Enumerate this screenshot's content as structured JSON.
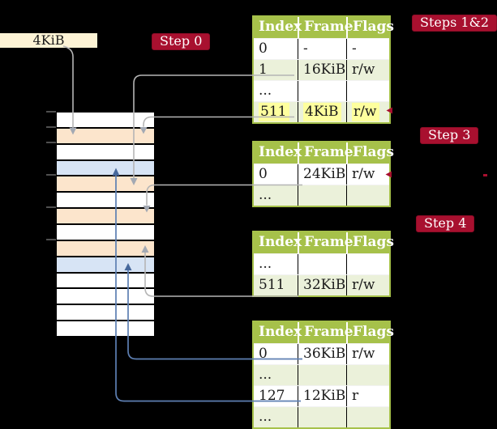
{
  "labels": {
    "page_size": "4KiB",
    "step0": "Step 0",
    "steps12": "Steps 1&2",
    "step3": "Step 3",
    "step4": "Step 4"
  },
  "tables": {
    "headers": [
      "Index",
      "Frame",
      "Flags"
    ],
    "t1": {
      "rows": [
        [
          "0",
          "-",
          "-"
        ],
        [
          "1",
          "16KiB",
          "r/w"
        ],
        [
          "...",
          "",
          ""
        ],
        [
          "511",
          "4KiB",
          "r/w"
        ]
      ]
    },
    "t2": {
      "rows": [
        [
          "0",
          "24KiB",
          "r/w"
        ],
        [
          "...",
          "",
          ""
        ]
      ]
    },
    "t3": {
      "rows": [
        [
          "...",
          "",
          ""
        ],
        [
          "511",
          "32KiB",
          "r/w"
        ]
      ]
    },
    "t4": {
      "rows": [
        [
          "0",
          "36KiB",
          "r/w"
        ],
        [
          "...",
          "",
          ""
        ],
        [
          "127",
          "12KiB",
          "r"
        ],
        [
          "...",
          "",
          ""
        ]
      ]
    }
  },
  "memory": {
    "pattern": [
      "white",
      "orange",
      "white",
      "blue",
      "orange",
      "white",
      "orange",
      "white",
      "orange",
      "blue",
      "white",
      "white",
      "white",
      "white"
    ]
  },
  "colors": {
    "background": "#000000",
    "table_header_green": "#a6c14a",
    "table_row_shade": "#ebf1da",
    "highlight_yellow": "#feff9e",
    "legend_cream": "#fdf3d5",
    "memory_frame_orange": "#fce5cc",
    "memory_frame_blue": "#d7e4f5",
    "badge_red": "#a8102f",
    "arrow_gray": "#b5b5b5",
    "arrow_blue": "#5d7fb2"
  }
}
